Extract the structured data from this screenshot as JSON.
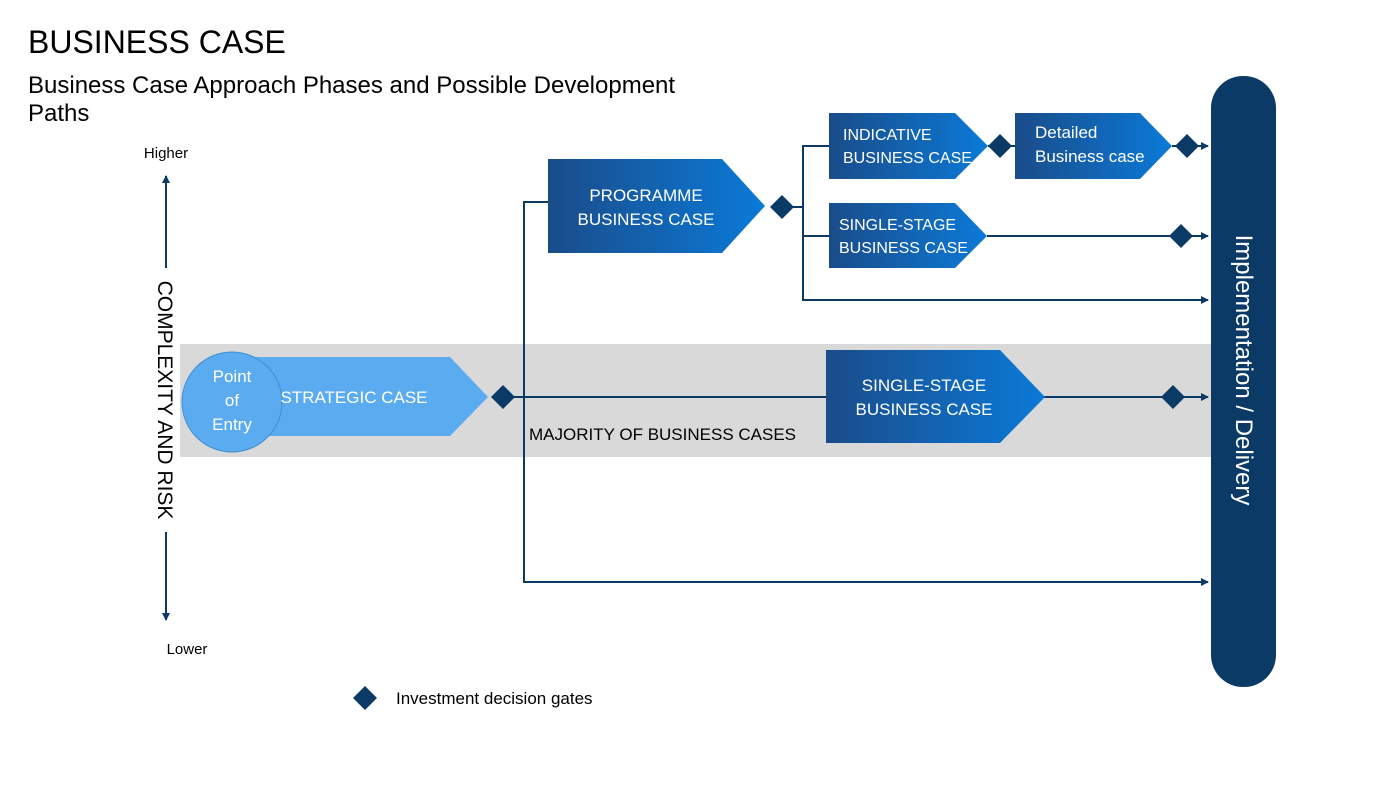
{
  "header": {
    "title": "BUSINESS CASE",
    "subtitle_line1": "Business Case Approach Phases and Possible Development",
    "subtitle_line2": "Paths"
  },
  "axis": {
    "label": "COMPLEXITY AND RISK",
    "high": "Higher",
    "low": "Lower"
  },
  "entry": {
    "line1": "Point",
    "line2": "of",
    "line3": "Entry"
  },
  "boxes": {
    "strategic": "STRATEGIC CASE",
    "programme_1": "PROGRAMME",
    "programme_2": "BUSINESS CASE",
    "indicative_1": "INDICATIVE",
    "indicative_2": "BUSINESS CASE",
    "detailed_1": "Detailed",
    "detailed_2": "Business case",
    "single_top_1": "SINGLE-STAGE",
    "single_top_2": "BUSINESS CASE",
    "single_main_1": "SINGLE-STAGE",
    "single_main_2": "BUSINESS CASE"
  },
  "band_label": "MAJORITY OF BUSINESS CASES",
  "delivery": "Implementation / Delivery",
  "legend": {
    "gate": "Investment decision gates"
  },
  "colors": {
    "navy": "#0c3a66",
    "band": "#d9d9d9",
    "light": "#5aabef",
    "grad_start": "#1a4c8a",
    "grad_end": "#0b7ad8"
  }
}
